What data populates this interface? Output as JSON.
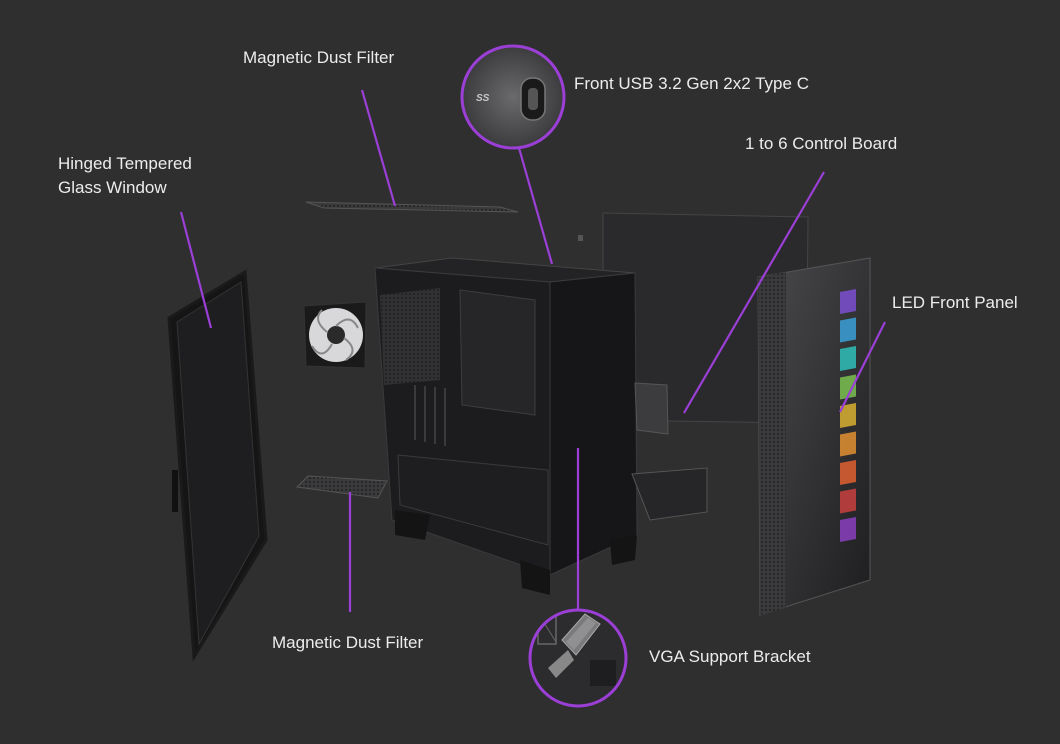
{
  "labels": {
    "top_filter": "Magnetic Dust Filter",
    "usb": "Front USB 3.2 Gen 2x2 Type C",
    "control_board": "1 to 6 Control Board",
    "glass_line1": "Hinged Tempered",
    "glass_line2": "Glass Window",
    "led_panel": "LED Front Panel",
    "bottom_filter": "Magnetic Dust Filter",
    "vga_bracket": "VGA Support Bracket"
  },
  "usb_logo_text": "SS",
  "colors": {
    "background": "#2f2f30",
    "leader": "#9b3fd6",
    "label": "#ececec",
    "case": "#1c1c1e"
  },
  "led_colors": [
    "#7a4fd0",
    "#3aa0d8",
    "#2fc0b8",
    "#7ac050",
    "#d8b030",
    "#e09030",
    "#e06030",
    "#c84040",
    "#8a40c0"
  ]
}
